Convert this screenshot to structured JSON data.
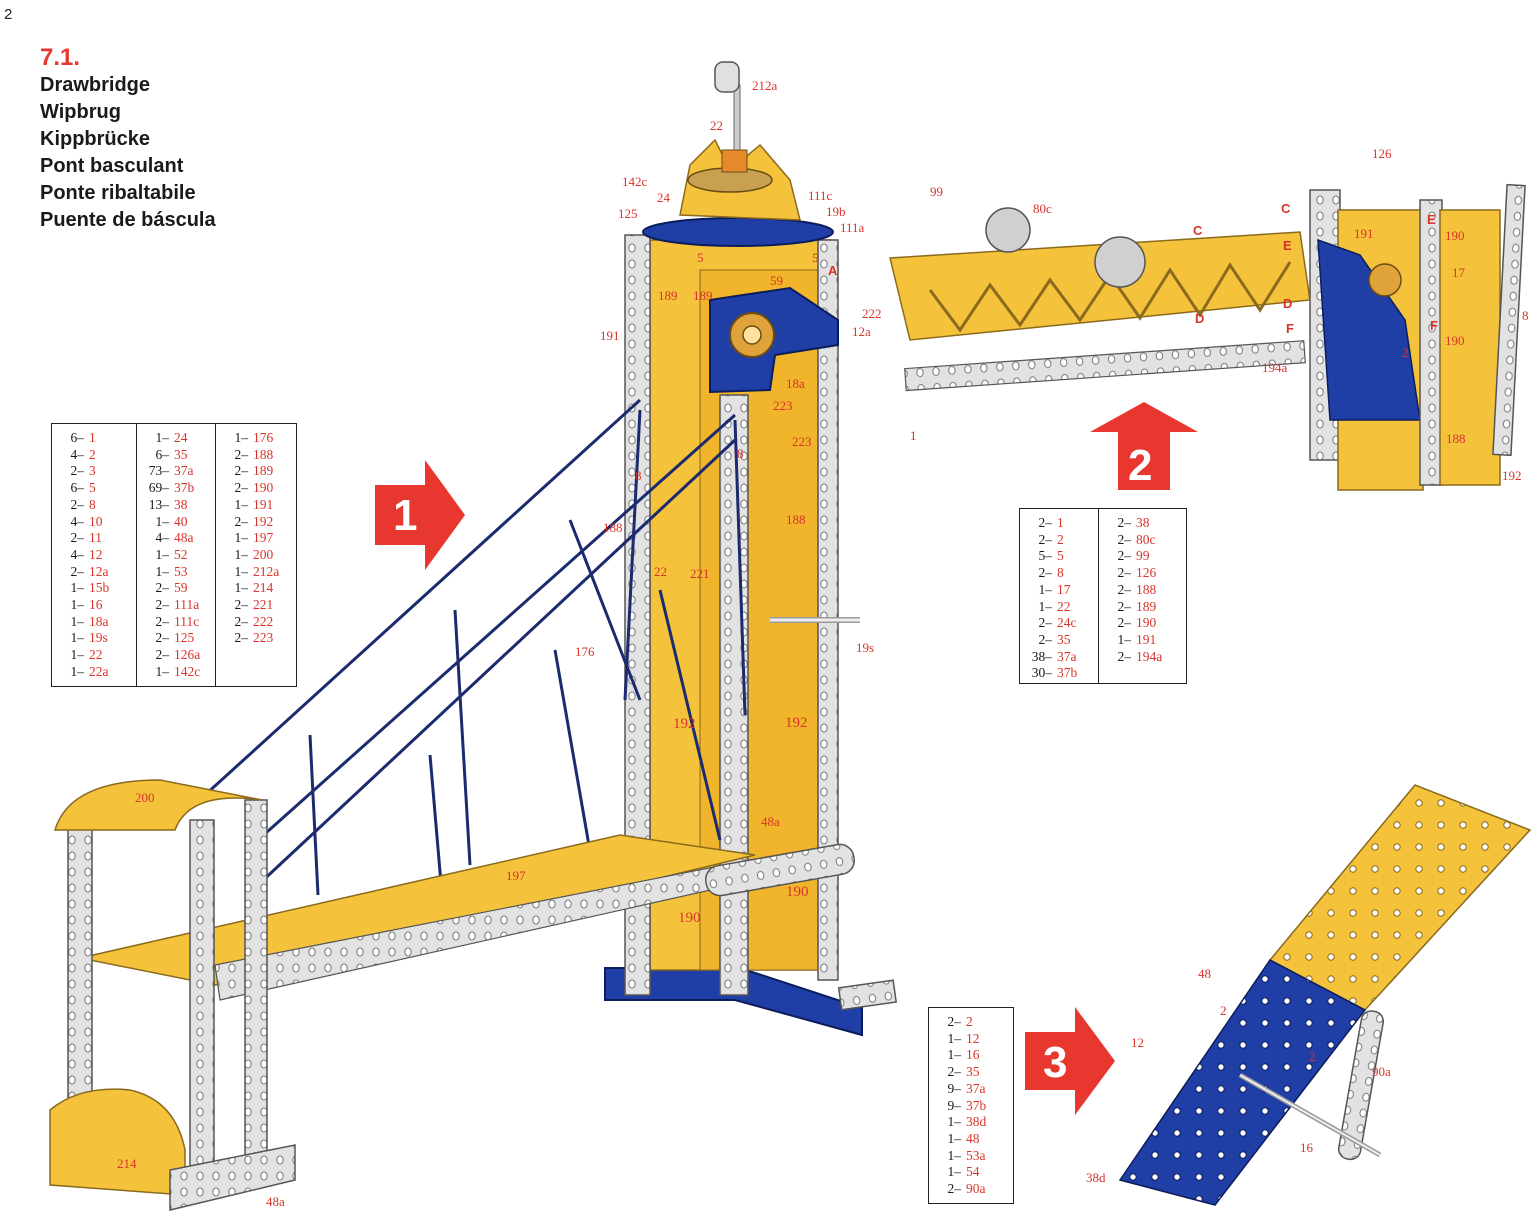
{
  "page_number": "2",
  "title": {
    "number": "7.1.",
    "names": [
      "Drawbridge",
      "Wipbrug",
      "Kippbrücke",
      "Pont basculant",
      "Ponte ribaltabile",
      "Puente de báscula"
    ]
  },
  "colors": {
    "accent_red": "#e8372e",
    "part_yellow": "#f5c23c",
    "part_blue": "#1f3fa6",
    "strip_grey": "#d9d9d9"
  },
  "steps": [
    {
      "number": "1",
      "icon": "arrow-right-icon"
    },
    {
      "number": "2",
      "icon": "arrow-up-icon"
    },
    {
      "number": "3",
      "icon": "arrow-right-icon"
    }
  ],
  "parts_list_1": {
    "columns": [
      [
        [
          "6–",
          "1"
        ],
        [
          "4–",
          "2"
        ],
        [
          "2–",
          "3"
        ],
        [
          "6–",
          "5"
        ],
        [
          "2–",
          "8"
        ],
        [
          "4–",
          "10"
        ],
        [
          "2–",
          "11"
        ],
        [
          "4–",
          "12"
        ],
        [
          "2–",
          "12a"
        ],
        [
          "1–",
          "15b"
        ],
        [
          "1–",
          "16"
        ],
        [
          "1–",
          "18a"
        ],
        [
          "1–",
          "19s"
        ],
        [
          "1–",
          "22"
        ],
        [
          "1–",
          "22a"
        ]
      ],
      [
        [
          "1–",
          "24"
        ],
        [
          "6–",
          "35"
        ],
        [
          "73–",
          "37a"
        ],
        [
          "69–",
          "37b"
        ],
        [
          "13–",
          "38"
        ],
        [
          "1–",
          "40"
        ],
        [
          "4–",
          "48a"
        ],
        [
          "1–",
          "52"
        ],
        [
          "1–",
          "53"
        ],
        [
          "2–",
          "59"
        ],
        [
          "2–",
          "111a"
        ],
        [
          "2–",
          "111c"
        ],
        [
          "2–",
          "125"
        ],
        [
          "2–",
          "126a"
        ],
        [
          "1–",
          "142c"
        ]
      ],
      [
        [
          "1–",
          "176"
        ],
        [
          "2–",
          "188"
        ],
        [
          "2–",
          "189"
        ],
        [
          "2–",
          "190"
        ],
        [
          "1–",
          "191"
        ],
        [
          "2–",
          "192"
        ],
        [
          "1–",
          "197"
        ],
        [
          "1–",
          "200"
        ],
        [
          "1–",
          "212a"
        ],
        [
          "1–",
          "214"
        ],
        [
          "2–",
          "221"
        ],
        [
          "2–",
          "222"
        ],
        [
          "2–",
          "223"
        ]
      ]
    ]
  },
  "parts_list_2": {
    "columns": [
      [
        [
          "2–",
          "1"
        ],
        [
          "2–",
          "2"
        ],
        [
          "5–",
          "5"
        ],
        [
          "2–",
          "8"
        ],
        [
          "1–",
          "17"
        ],
        [
          "1–",
          "22"
        ],
        [
          "2–",
          "24c"
        ],
        [
          "2–",
          "35"
        ],
        [
          "38–",
          "37a"
        ],
        [
          "30–",
          "37b"
        ]
      ],
      [
        [
          "2–",
          "38"
        ],
        [
          "2–",
          "80c"
        ],
        [
          "2–",
          "99"
        ],
        [
          "2–",
          "126"
        ],
        [
          "2–",
          "188"
        ],
        [
          "2–",
          "189"
        ],
        [
          "2–",
          "190"
        ],
        [
          "1–",
          "191"
        ],
        [
          "2–",
          "194a"
        ]
      ]
    ]
  },
  "parts_list_3": {
    "columns": [
      [
        [
          "2–",
          "2"
        ],
        [
          "1–",
          "12"
        ],
        [
          "1–",
          "16"
        ],
        [
          "2–",
          "35"
        ],
        [
          "9–",
          "37a"
        ],
        [
          "9–",
          "37b"
        ],
        [
          "1–",
          "38d"
        ],
        [
          "1–",
          "48"
        ],
        [
          "1–",
          "53a"
        ],
        [
          "1–",
          "54"
        ],
        [
          "2–",
          "90a"
        ]
      ]
    ]
  },
  "callouts": {
    "tower": [
      "212a",
      "22",
      "142c",
      "24",
      "125",
      "111c",
      "19b",
      "111a",
      "5",
      "5",
      "59",
      "189",
      "189",
      "191",
      "222",
      "12a",
      "18a",
      "223",
      "223",
      "188",
      "8",
      "8",
      "188",
      "22",
      "221",
      "176",
      "19s",
      "192",
      "192",
      "48a",
      "190",
      "190"
    ],
    "bridge": [
      "200",
      "197",
      "214",
      "48a"
    ],
    "step2": [
      "99",
      "80c",
      "C",
      "C",
      "126",
      "191",
      "E",
      "190",
      "17",
      "A",
      "D",
      "D",
      "E",
      "F",
      "F",
      "194a",
      "2",
      "190",
      "188",
      "192",
      "8",
      "1"
    ],
    "step3": [
      "48",
      "12",
      "2",
      "2",
      "90a",
      "16",
      "38d"
    ]
  }
}
